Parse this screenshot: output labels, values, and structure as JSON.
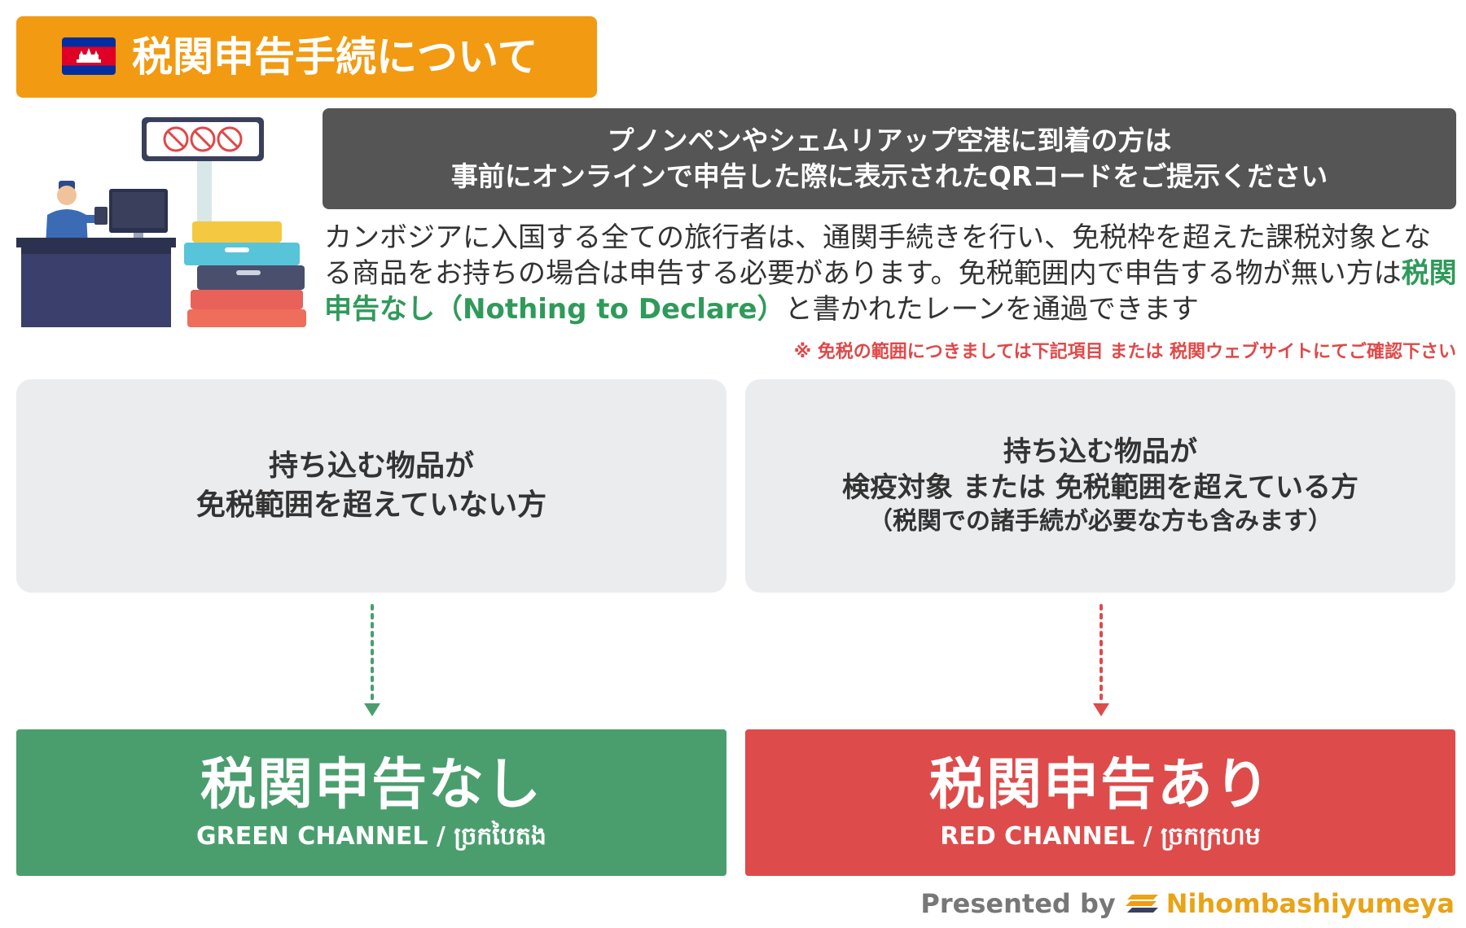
{
  "title": "税関申告手続について",
  "colors": {
    "accent_orange": "#f29a11",
    "dark_banner": "#555555",
    "green_channel": "#4a9e6e",
    "red_channel": "#de4b4b",
    "note_red": "#e04848",
    "green_highlight": "#2f9a5a",
    "condition_box": "#ebecee"
  },
  "icons": {
    "flag": "cambodia-flag-icon",
    "signboard": "prohibited-items-sign-icon",
    "footer_logo": "nihombashiyumeya-logo-icon"
  },
  "qr_notice": {
    "line1": "プノンペンやシェムリアップ空港に到着の方は",
    "line2": "事前にオンラインで申告した際に表示されたQRコードをご提示ください"
  },
  "description": {
    "before": "カンボジアに入国する全ての旅行者は、通関手続きを行い、免税枠を超えた課税対象となる商品をお持ちの場合は申告する必要があります。免税範囲内で申告する物が無い方は",
    "highlight": "税関申告なし（Nothing to Declare）",
    "after": "と書かれたレーンを通過できます"
  },
  "note": "※ 免税の範囲につきましては下記項目 または 税関ウェブサイトにてご確認下さい",
  "conditions": {
    "left": {
      "line1": "持ち込む物品が",
      "line2": "免税範囲を超えていない方"
    },
    "right": {
      "line1": "持ち込む物品が",
      "line2": "検疫対象 または 免税範囲を超えている方",
      "line3": "（税関での諸手続が必要な方も含みます）"
    }
  },
  "channels": {
    "green": {
      "main": "税関申告なし",
      "sub": "GREEN CHANNEL / ច្រកបៃតង"
    },
    "red": {
      "main": "税関申告あり",
      "sub": "RED CHANNEL / ច្រកក្រហម"
    }
  },
  "footer": {
    "presented_by": "Presented by",
    "brand": "Nihombashiyumeya"
  }
}
